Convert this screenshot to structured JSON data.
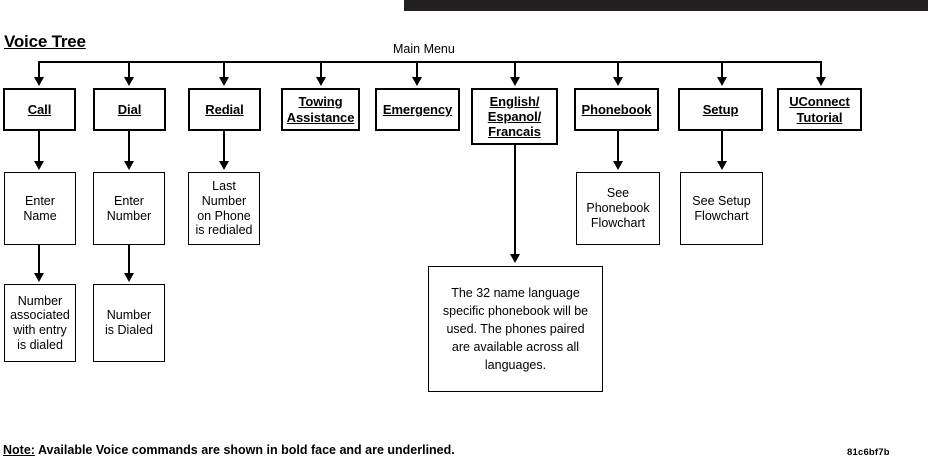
{
  "document": {
    "title": "Voice Tree",
    "root_label": "Main Menu",
    "note": "Note: Available Voice commands are shown in bold face and are underlined.",
    "note_keyword": "Note:",
    "note_rest": " Available Voice commands are shown in bold face and are underlined.",
    "doc_code": "81c6bf7b",
    "banner_color": "#231f20"
  },
  "chart_data": {
    "type": "tree-diagram",
    "title": "Voice Tree",
    "root": "Main Menu",
    "branches": [
      {
        "command": "Call",
        "voice_command": true,
        "children": [
          {
            "text": "Enter\nName",
            "voice_command": false,
            "children": [
              {
                "text": "Number\nassociated\nwith entry\nis dialed",
                "voice_command": false
              }
            ]
          }
        ]
      },
      {
        "command": "Dial",
        "voice_command": true,
        "children": [
          {
            "text": "Enter\nNumber",
            "voice_command": false,
            "children": [
              {
                "text": "Number\nis Dialed",
                "voice_command": false
              }
            ]
          }
        ]
      },
      {
        "command": "Redial",
        "voice_command": true,
        "children": [
          {
            "text": "Last\nNumber\non Phone\nis redialed",
            "voice_command": false
          }
        ]
      },
      {
        "command": "Towing\nAssistance",
        "voice_command": true,
        "children": []
      },
      {
        "command": "Emergency",
        "voice_command": true,
        "children": []
      },
      {
        "command": "English/\nEspanol/\nFrancais",
        "voice_command": true,
        "children": [
          {
            "text": "The 32 name language specific phonebook will be used. The phones paired are available across all languages.",
            "voice_command": false
          }
        ]
      },
      {
        "command": "Phonebook",
        "voice_command": true,
        "children": [
          {
            "text": "See\nPhonebook\nFlowchart",
            "voice_command": false
          }
        ]
      },
      {
        "command": "Setup",
        "voice_command": true,
        "children": [
          {
            "text": "See Setup\nFlowchart",
            "voice_command": false
          }
        ]
      },
      {
        "command": "UConnect\nTutorial",
        "voice_command": true,
        "children": []
      }
    ]
  },
  "nodes": {
    "call": "Call",
    "dial": "Dial",
    "redial": "Redial",
    "towing_assistance_l1": "Towing",
    "towing_assistance_l2": "Assistance",
    "emergency": "Emergency",
    "language_l1": "English/",
    "language_l2": "Espanol/",
    "language_l3": "Francais",
    "phonebook": "Phonebook",
    "setup": "Setup",
    "uconnect_l1": "UConnect",
    "uconnect_l2": "Tutorial",
    "enter_name_l1": "Enter",
    "enter_name_l2": "Name",
    "enter_number_l1": "Enter",
    "enter_number_l2": "Number",
    "last_number_l1": "Last",
    "last_number_l2": "Number",
    "last_number_l3": "on Phone",
    "last_number_l4": "is redialed",
    "see_phonebook_l1": "See",
    "see_phonebook_l2": "Phonebook",
    "see_phonebook_l3": "Flowchart",
    "see_setup_l1": "See Setup",
    "see_setup_l2": "Flowchart",
    "number_associated_l1": "Number",
    "number_associated_l2": "associated",
    "number_associated_l3": "with entry",
    "number_associated_l4": "is dialed",
    "number_dialed_l1": "Number",
    "number_dialed_l2": "is Dialed",
    "language_note": "The 32 name language specific phonebook will be used. The phones paired are available across all languages."
  }
}
